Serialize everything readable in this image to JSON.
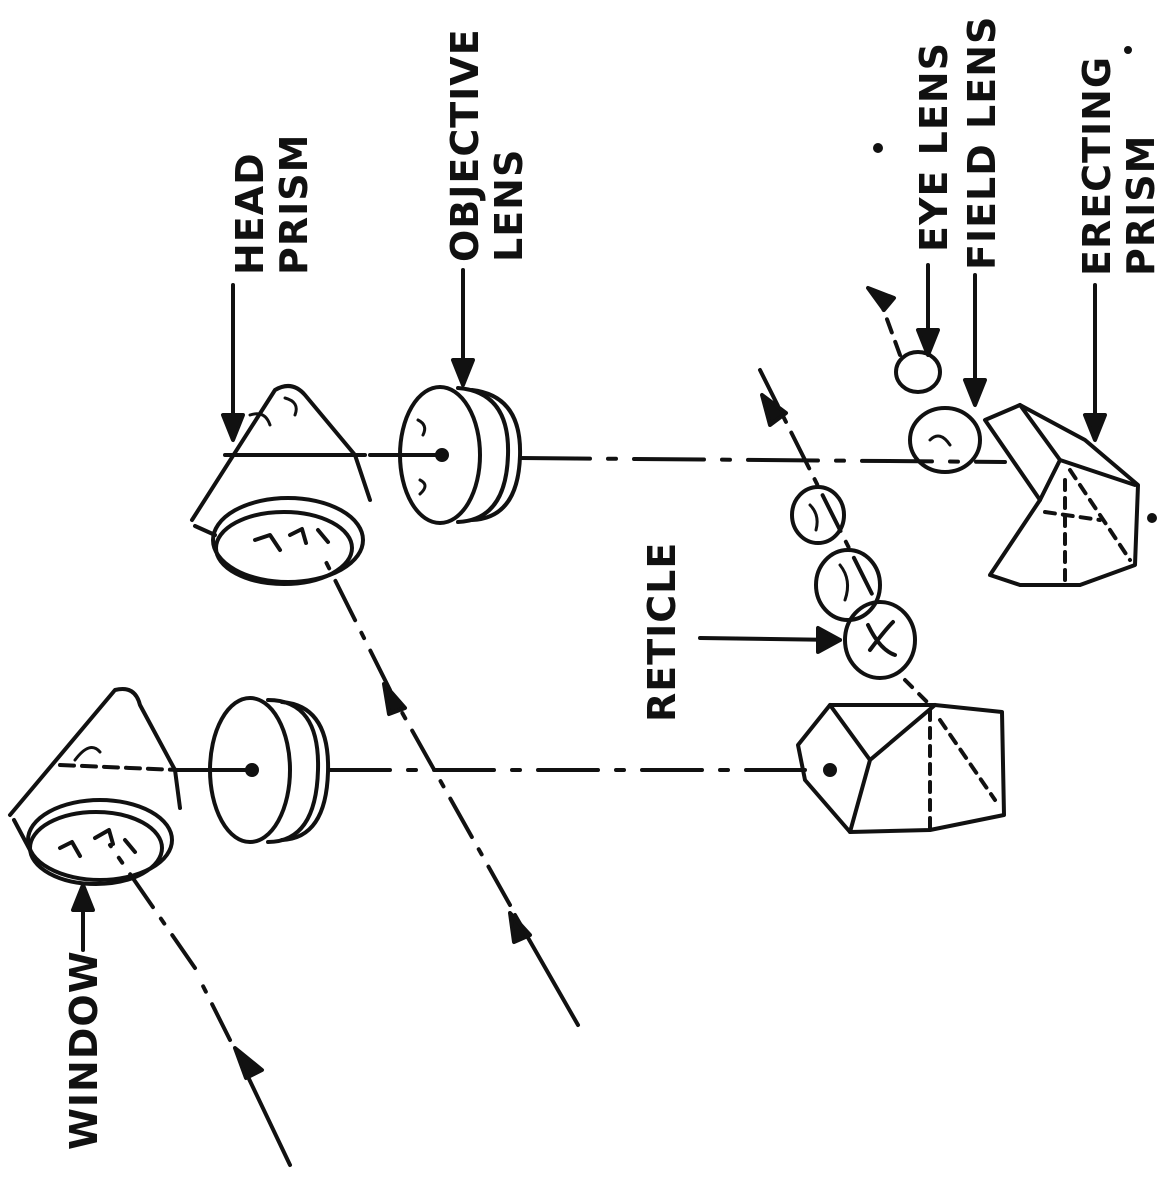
{
  "labels": {
    "head_prism": [
      "HEAD",
      "PRISM"
    ],
    "objective_lens": [
      "OBJECTIVE",
      "LENS"
    ],
    "eye_lens": "EYE LENS",
    "field_lens": "FIELD LENS",
    "erecting_prism": [
      "ERECTING",
      "PRISM"
    ],
    "reticle": "RETICLE",
    "window": "WINDOW"
  }
}
